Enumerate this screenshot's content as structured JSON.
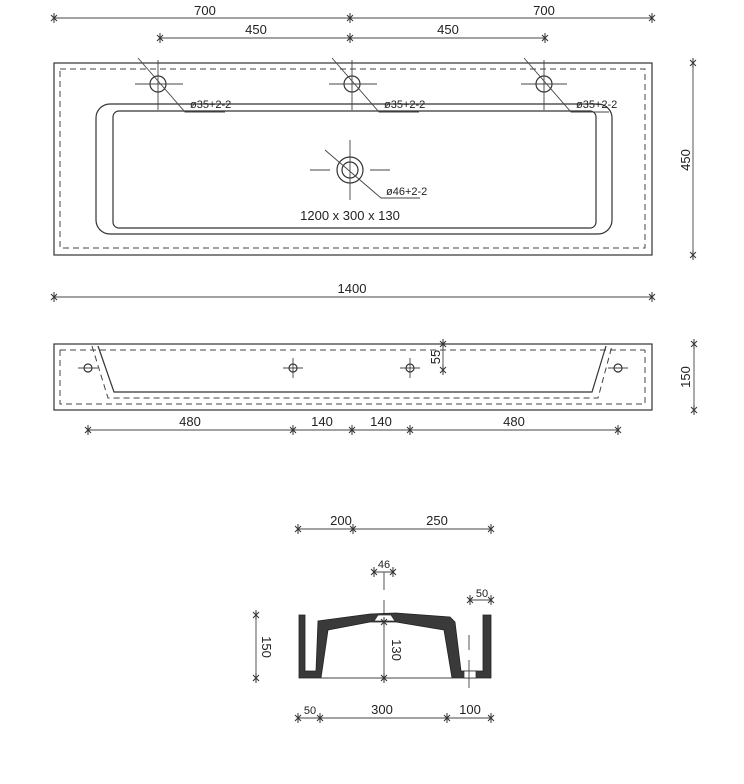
{
  "top_view": {
    "dim_left_half": "700",
    "dim_right_half": "700",
    "dim_tap_left": "450",
    "dim_tap_right": "450",
    "dim_depth": "450",
    "dim_total_width": "1400",
    "tap_hole_labels": [
      "ø35+2-2",
      "ø35+2-2",
      "ø35+2-2"
    ],
    "drain_label": "ø46+2-2",
    "basin_size": "1200 x 300 x 130"
  },
  "front_view": {
    "dim_height": "150",
    "dim_hole_depth": "55",
    "bottom_dims": [
      "480",
      "140",
      "140",
      "480"
    ]
  },
  "section_view": {
    "dim_top_left": "200",
    "dim_top_right": "250",
    "dim_drain": "46",
    "dim_wall": "50",
    "dim_height": "150",
    "dim_basin_depth": "130",
    "bottom_dims": [
      "50",
      "300",
      "100"
    ]
  },
  "colors": {
    "line": "#333333",
    "fill": "#3a3a3a",
    "background": "#ffffff"
  }
}
